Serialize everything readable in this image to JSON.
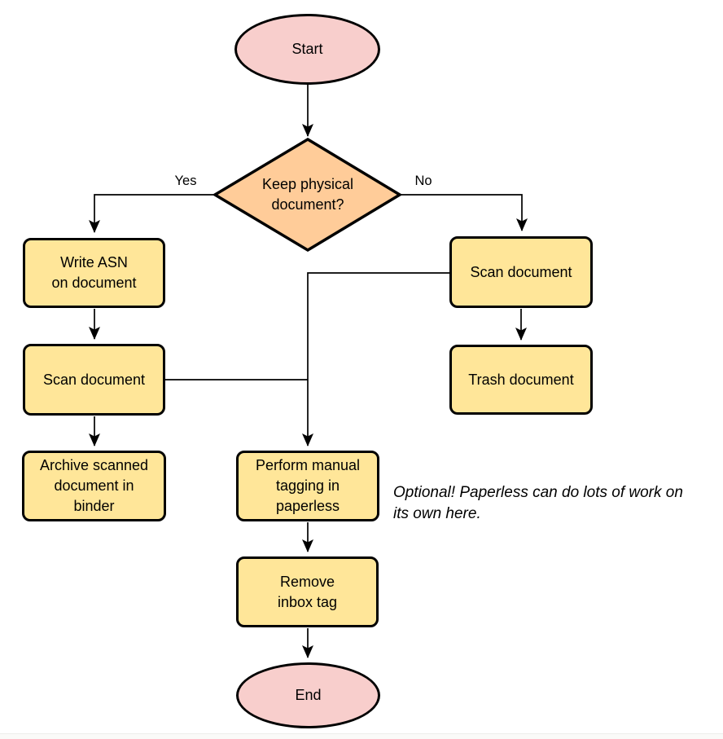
{
  "flowchart": {
    "nodes": {
      "start": {
        "label": "Start"
      },
      "decision": {
        "label": "Keep physical\ndocument?"
      },
      "write_asn": {
        "label": "Write ASN\non document"
      },
      "scan_left": {
        "label": "Scan document"
      },
      "archive": {
        "label": "Archive scanned\ndocument in\nbinder"
      },
      "scan_right": {
        "label": "Scan document"
      },
      "trash": {
        "label": "Trash document"
      },
      "tagging": {
        "label": "Perform manual\ntagging in\npaperless"
      },
      "remove_inbox": {
        "label": "Remove\ninbox tag"
      },
      "end": {
        "label": "End"
      }
    },
    "edge_labels": {
      "yes": "Yes",
      "no": "No"
    },
    "note": "Optional! Paperless can do lots of work on\nits own here.",
    "colors": {
      "terminal_fill": "#f8cecc",
      "decision_fill": "#ffcc99",
      "process_fill": "#ffe699",
      "stroke": "#000000",
      "line": "#000000"
    }
  }
}
